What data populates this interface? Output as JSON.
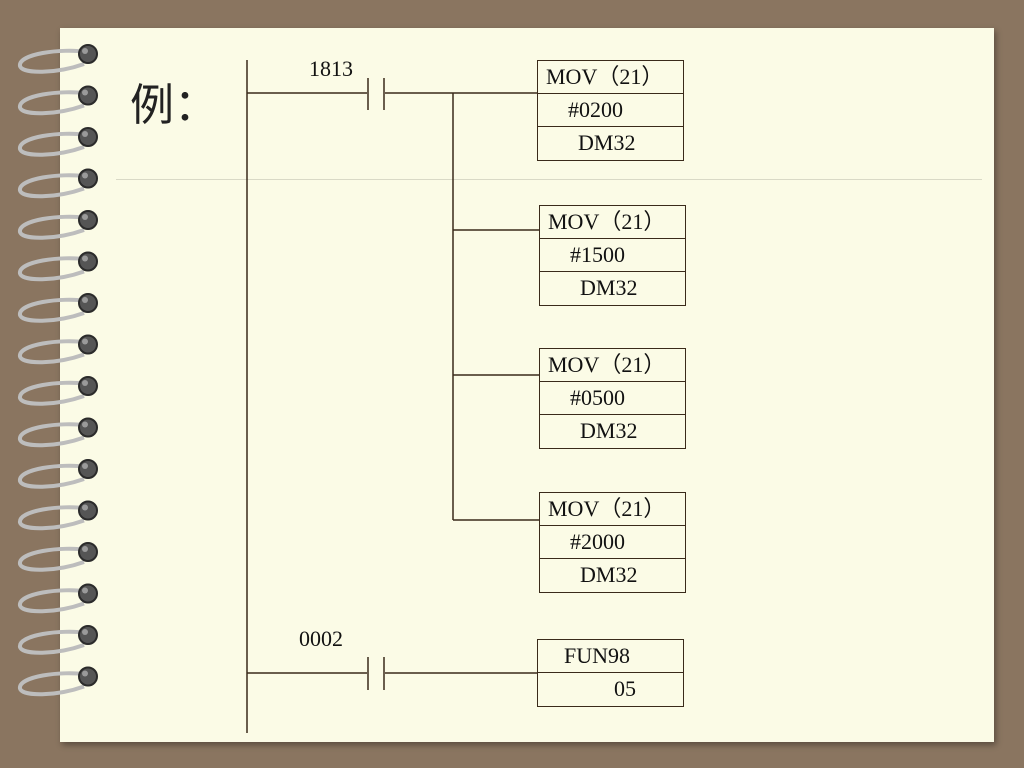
{
  "title": "例：",
  "contact_1": {
    "address": "1813"
  },
  "contact_2": {
    "address": "0002"
  },
  "instructions": [
    {
      "op": "MOV（21）",
      "source": "#0200",
      "dest": "DM32"
    },
    {
      "op": "MOV（21）",
      "source": "#1500",
      "dest": "DM32"
    },
    {
      "op": "MOV（21）",
      "source": "#0500",
      "dest": "DM32"
    },
    {
      "op": "MOV（21）",
      "source": "#2000",
      "dest": "DM32"
    }
  ],
  "fun_block": {
    "op": "FUN98",
    "param": "05"
  },
  "colors": {
    "background": "#8a7560",
    "paper": "#fbfbe6",
    "line": "#3a2a1a"
  }
}
